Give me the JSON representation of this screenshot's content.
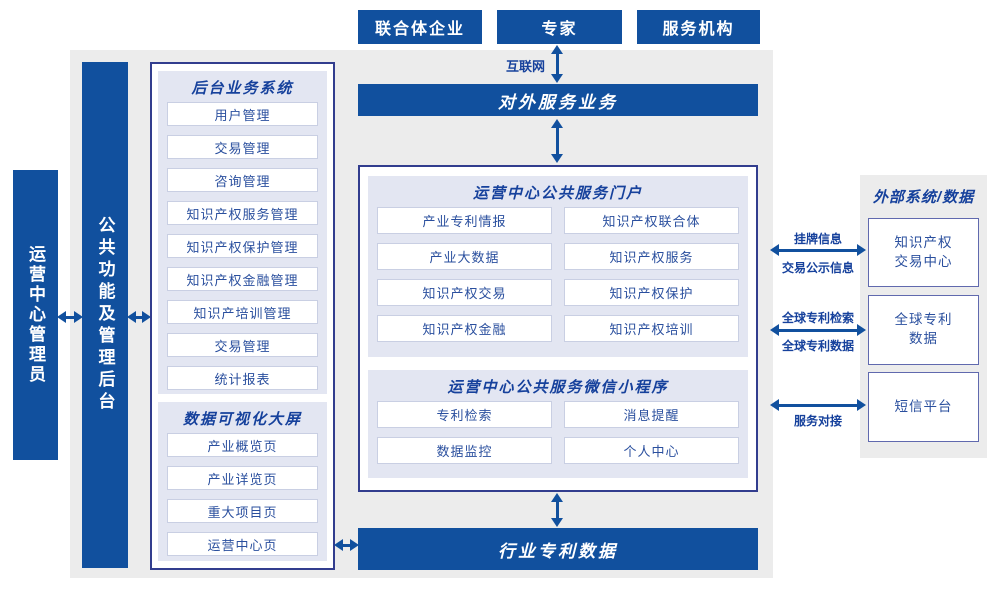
{
  "colors": {
    "primary_blue": "#11509E",
    "header_navy": "#16419C",
    "panel_gray": "#ECECEC",
    "section_lavender": "#E3E6F2",
    "item_text_blue": "#2A4F9E",
    "container_border_navy": "#323D8E"
  },
  "top_actors": {
    "items": [
      "联合体企业",
      "专家",
      "服务机构"
    ]
  },
  "internet_label": "互联网",
  "external_service_bar": "对外服务业务",
  "admin_sidebar": "运营中心管理员",
  "backend_sidebar": "公共功能及管理后台",
  "backend_system": {
    "title": "后台业务系统",
    "items": [
      "用户管理",
      "交易管理",
      "咨询管理",
      "知识产权服务管理",
      "知识产权保护管理",
      "知识产权金融管理",
      "知识产培训管理",
      "交易管理",
      "统计报表"
    ]
  },
  "dashboard": {
    "title": "数据可视化大屏",
    "items": [
      "产业概览页",
      "产业详览页",
      "重大项目页",
      "运营中心页"
    ]
  },
  "portal": {
    "title": "运营中心公共服务门户",
    "items": [
      "产业专利情报",
      "知识产权联合体",
      "产业大数据",
      "知识产权服务",
      "知识产权交易",
      "知识产权保护",
      "知识产权金融",
      "知识产权培训"
    ]
  },
  "miniprogram": {
    "title": "运营中心公共服务微信小程序",
    "items": [
      "专利检索",
      "消息提醒",
      "数据监控",
      "个人中心"
    ]
  },
  "industry_data_bar": "行业专利数据",
  "external_panel": {
    "title": "外部系统/数据",
    "boxes": [
      {
        "line1": "知识产权",
        "line2": "交易中心"
      },
      {
        "line1": "全球专利",
        "line2": "数据"
      },
      {
        "line1": "短信平台",
        "line2": ""
      }
    ]
  },
  "link_labels": {
    "l1_top": "挂牌信息",
    "l1_bottom": "交易公示信息",
    "l2_top": "全球专利检索",
    "l2_bottom": "全球专利数据",
    "l3_bottom": "服务对接"
  }
}
